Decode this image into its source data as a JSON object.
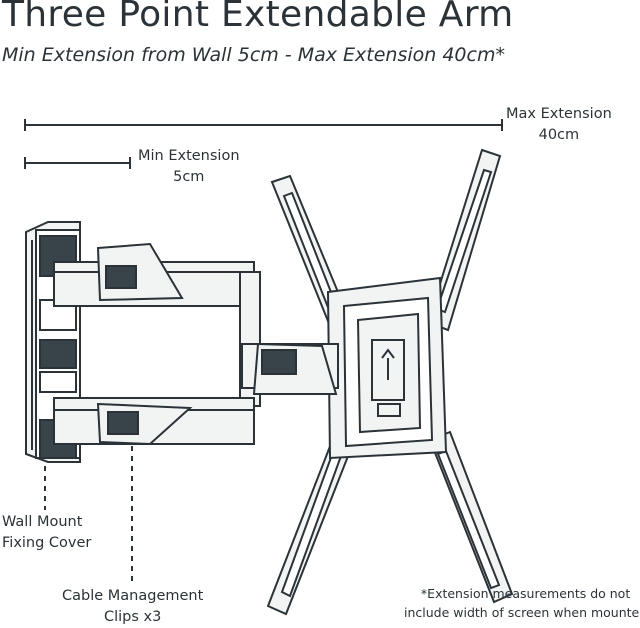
{
  "header": {
    "title": "Three Point Extendable Arm",
    "subtitle": "Min Extension from Wall 5cm - Max Extension 40cm*"
  },
  "dimensions": {
    "max_line1": "Max Extension",
    "max_line2": "40cm",
    "min_line1": "Min Extension",
    "min_line2": "5cm"
  },
  "callouts": {
    "wall_line1": "Wall  Mount",
    "wall_line2": "Fixing Cover",
    "cable_line1": "Cable Management",
    "cable_line2": "Clips x3"
  },
  "footnote": {
    "line1": "*Extension measurements do not",
    "line2": "include width of screen when mounted"
  },
  "colors": {
    "ink": "#2b3338",
    "part_fill": "#f2f3f3",
    "dark_fill": "#39434a"
  }
}
